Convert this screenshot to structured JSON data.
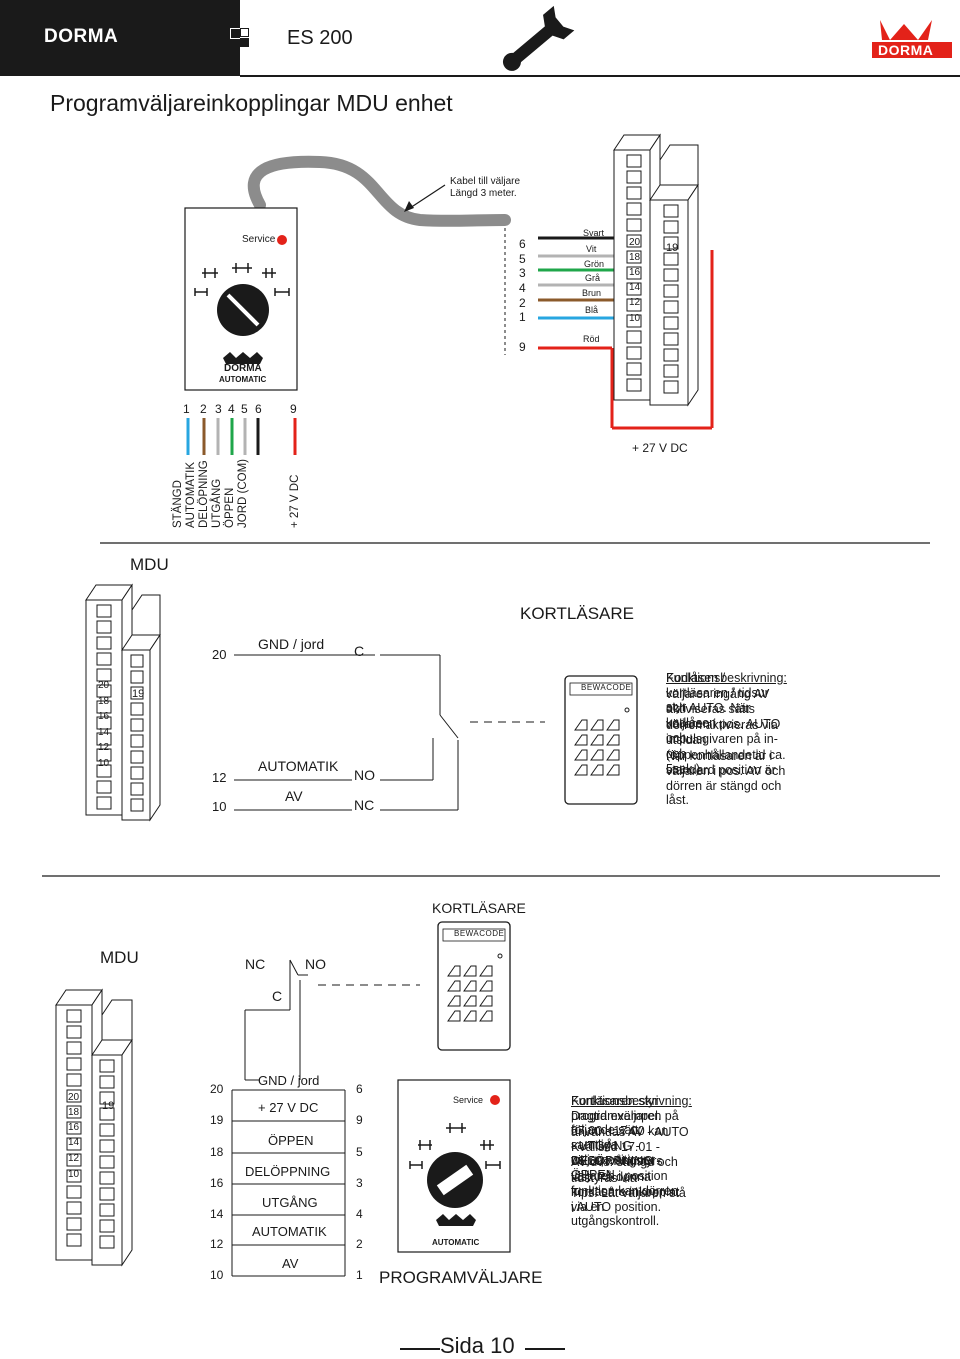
{
  "header": {
    "brand": "DORMA",
    "model": "ES 200",
    "logo_text": "DORMA"
  },
  "page_title": "Programväljareinkopplingar MDU enhet",
  "top_diagram": {
    "cable_label_1": "Kabel till väljare",
    "cable_label_2": "Längd 3 meter.",
    "switch_service": "Service",
    "switch_brand": "DORMA",
    "switch_sub": "AUTOMATIC",
    "pin_numbers": [
      "6",
      "5",
      "3",
      "4",
      "2",
      "1",
      "9"
    ],
    "wire_colors_text": [
      "Svart",
      "Vit",
      "Grön",
      "Grå",
      "Brun",
      "Blå",
      "Röd"
    ],
    "terminal_left": [
      "20",
      "18",
      "16",
      "14",
      "12",
      "10"
    ],
    "terminal_right": "19",
    "bottom_numbers": [
      "1",
      "2",
      "3",
      "4",
      "5",
      "6",
      "9"
    ],
    "function_labels": [
      "STÄNGD",
      "AUTOMATIK",
      "DELÖPNING",
      "UTGÅNG",
      "ÖPPEN",
      "JORD (COM)"
    ],
    "supply_label": "+ 27 V DC",
    "supply_label_right": "+ 27 V DC"
  },
  "middle_diagram": {
    "mdu_label": "MDU",
    "kortlasare_label": "KORTLÄSARE",
    "terminal_left": [
      "20",
      "18",
      "16",
      "14",
      "12",
      "10"
    ],
    "terminal_right": "19",
    "num_20": "20",
    "num_12": "12",
    "num_10": "10",
    "gnd": "GND / jord",
    "automatik": "AUTOMATIK",
    "av": "AV",
    "c": "C",
    "no": "NO",
    "nc": "NC",
    "reader_brand": "BEWACODE",
    "desc_title": "Funktionsbeskrivning:",
    "desc_lines": [
      "Kodlåsen / kortläsaren / tidsur styr",
      "väljaren ingång AV och AUTO. När kodlåsen",
      "aktiviseras sätts väljaren i pos. AUTO och",
      "dörren aktivieras via impulsgivaren på in- och",
      "utsidan (öppenhållandetid ca. 5sek.)",
      "När kortläsaren är i standard position är",
      " väljaren i pos. AV och dörren är stängd och låst."
    ]
  },
  "bottom_diagram": {
    "mdu_label": "MDU",
    "kortlasare_label": "KORTLÄSARE",
    "nc": "NC",
    "no": "NO",
    "c": "C",
    "reader_brand": "BEWACODE",
    "terminal_left": [
      "20",
      "18",
      "16",
      "14",
      "12",
      "10"
    ],
    "terminal_right": "19",
    "left_numbers": [
      "20",
      "19",
      "18",
      "16",
      "14",
      "12",
      "10"
    ],
    "right_numbers": [
      "6",
      "9",
      "5",
      "3",
      "4",
      "2",
      "1"
    ],
    "functions": [
      "GND / jord",
      "+ 27 V DC",
      "ÖPPEN",
      "DELÖPPNING",
      "UTGÅNG",
      "AUTOMATIK",
      "AV"
    ],
    "switch_service": "Service",
    "switch_sub": "AUTOMATIC",
    "programvaljare": "PROGRAMVÄLJARE",
    "desc_title": "Funktionsbeskrivning:",
    "desc_lines": [
      "Kortläsaren styr programväljaren på följande sätt:",
      "Dagtid exempel. 07.00 - 17.00 kan samtliga väljarpositioner",
      "användas  AV - AUTO - UTGÅNG - DELÖPPNING - ÖPPEN",
      "Kvällstid 17.01 - 06.59 tvångstyrs väljaren i position",
      "AV dvs. stängd och låst. På denna funktion kan dörren",
      "tidstyras via kortläsare inkopplat via en utgångskontroll.",
      "Tips: Låt väljaren stå i AUTO position.",
      "."
    ]
  },
  "footer": {
    "page": "Sida 10"
  },
  "colors": {
    "black": "#1a1a1a",
    "red": "#e32219",
    "blue": "#27a6e0",
    "green": "#1fa64a",
    "brown": "#8b5a2b",
    "grey_wire": "#b3b3b3",
    "cable": "#8c8c8c"
  },
  "icons": [
    "wrench-icon",
    "dorma-logo-icon",
    "rotary-knob-icon",
    "keypad-icon"
  ]
}
